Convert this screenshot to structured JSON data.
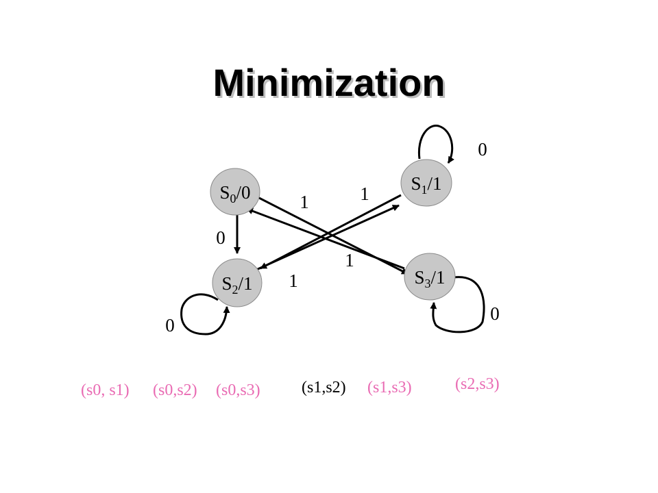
{
  "title": "Minimization",
  "colors": {
    "state_fill": "#c8c8c8",
    "ink": "#000000",
    "pair_pink": "#e96bb3",
    "pair_black": "#000000"
  },
  "states": [
    {
      "id": "s0",
      "name": "S",
      "sub": "0",
      "output": "/0"
    },
    {
      "id": "s1",
      "name": "S",
      "sub": "1",
      "output": "/1"
    },
    {
      "id": "s2",
      "name": "S",
      "sub": "2",
      "output": "/1"
    },
    {
      "id": "s3",
      "name": "S",
      "sub": "3",
      "output": "/1"
    }
  ],
  "transitions": [
    {
      "from": "s0",
      "to": "s2",
      "input": "0"
    },
    {
      "from": "s0",
      "to": "s3",
      "input": "1"
    },
    {
      "from": "s1",
      "to": "s1",
      "input": "0"
    },
    {
      "from": "s1",
      "to": "s2",
      "input": "1"
    },
    {
      "from": "s2",
      "to": "s2",
      "input": "0"
    },
    {
      "from": "s2",
      "to": "s1",
      "input": "1"
    },
    {
      "from": "s3",
      "to": "s3",
      "input": "0"
    },
    {
      "from": "s3",
      "to": "s0",
      "input": "1"
    }
  ],
  "pairs": [
    {
      "label": "(s0, s1)",
      "color": "#e96bb3"
    },
    {
      "label": "(s0,s2)",
      "color": "#e96bb3"
    },
    {
      "label": "(s0,s3)",
      "color": "#e96bb3"
    },
    {
      "label": "(s1,s2)",
      "color": "#000000"
    },
    {
      "label": "(s1,s3)",
      "color": "#e96bb3"
    },
    {
      "label": "(s2,s3)",
      "color": "#e96bb3"
    }
  ]
}
